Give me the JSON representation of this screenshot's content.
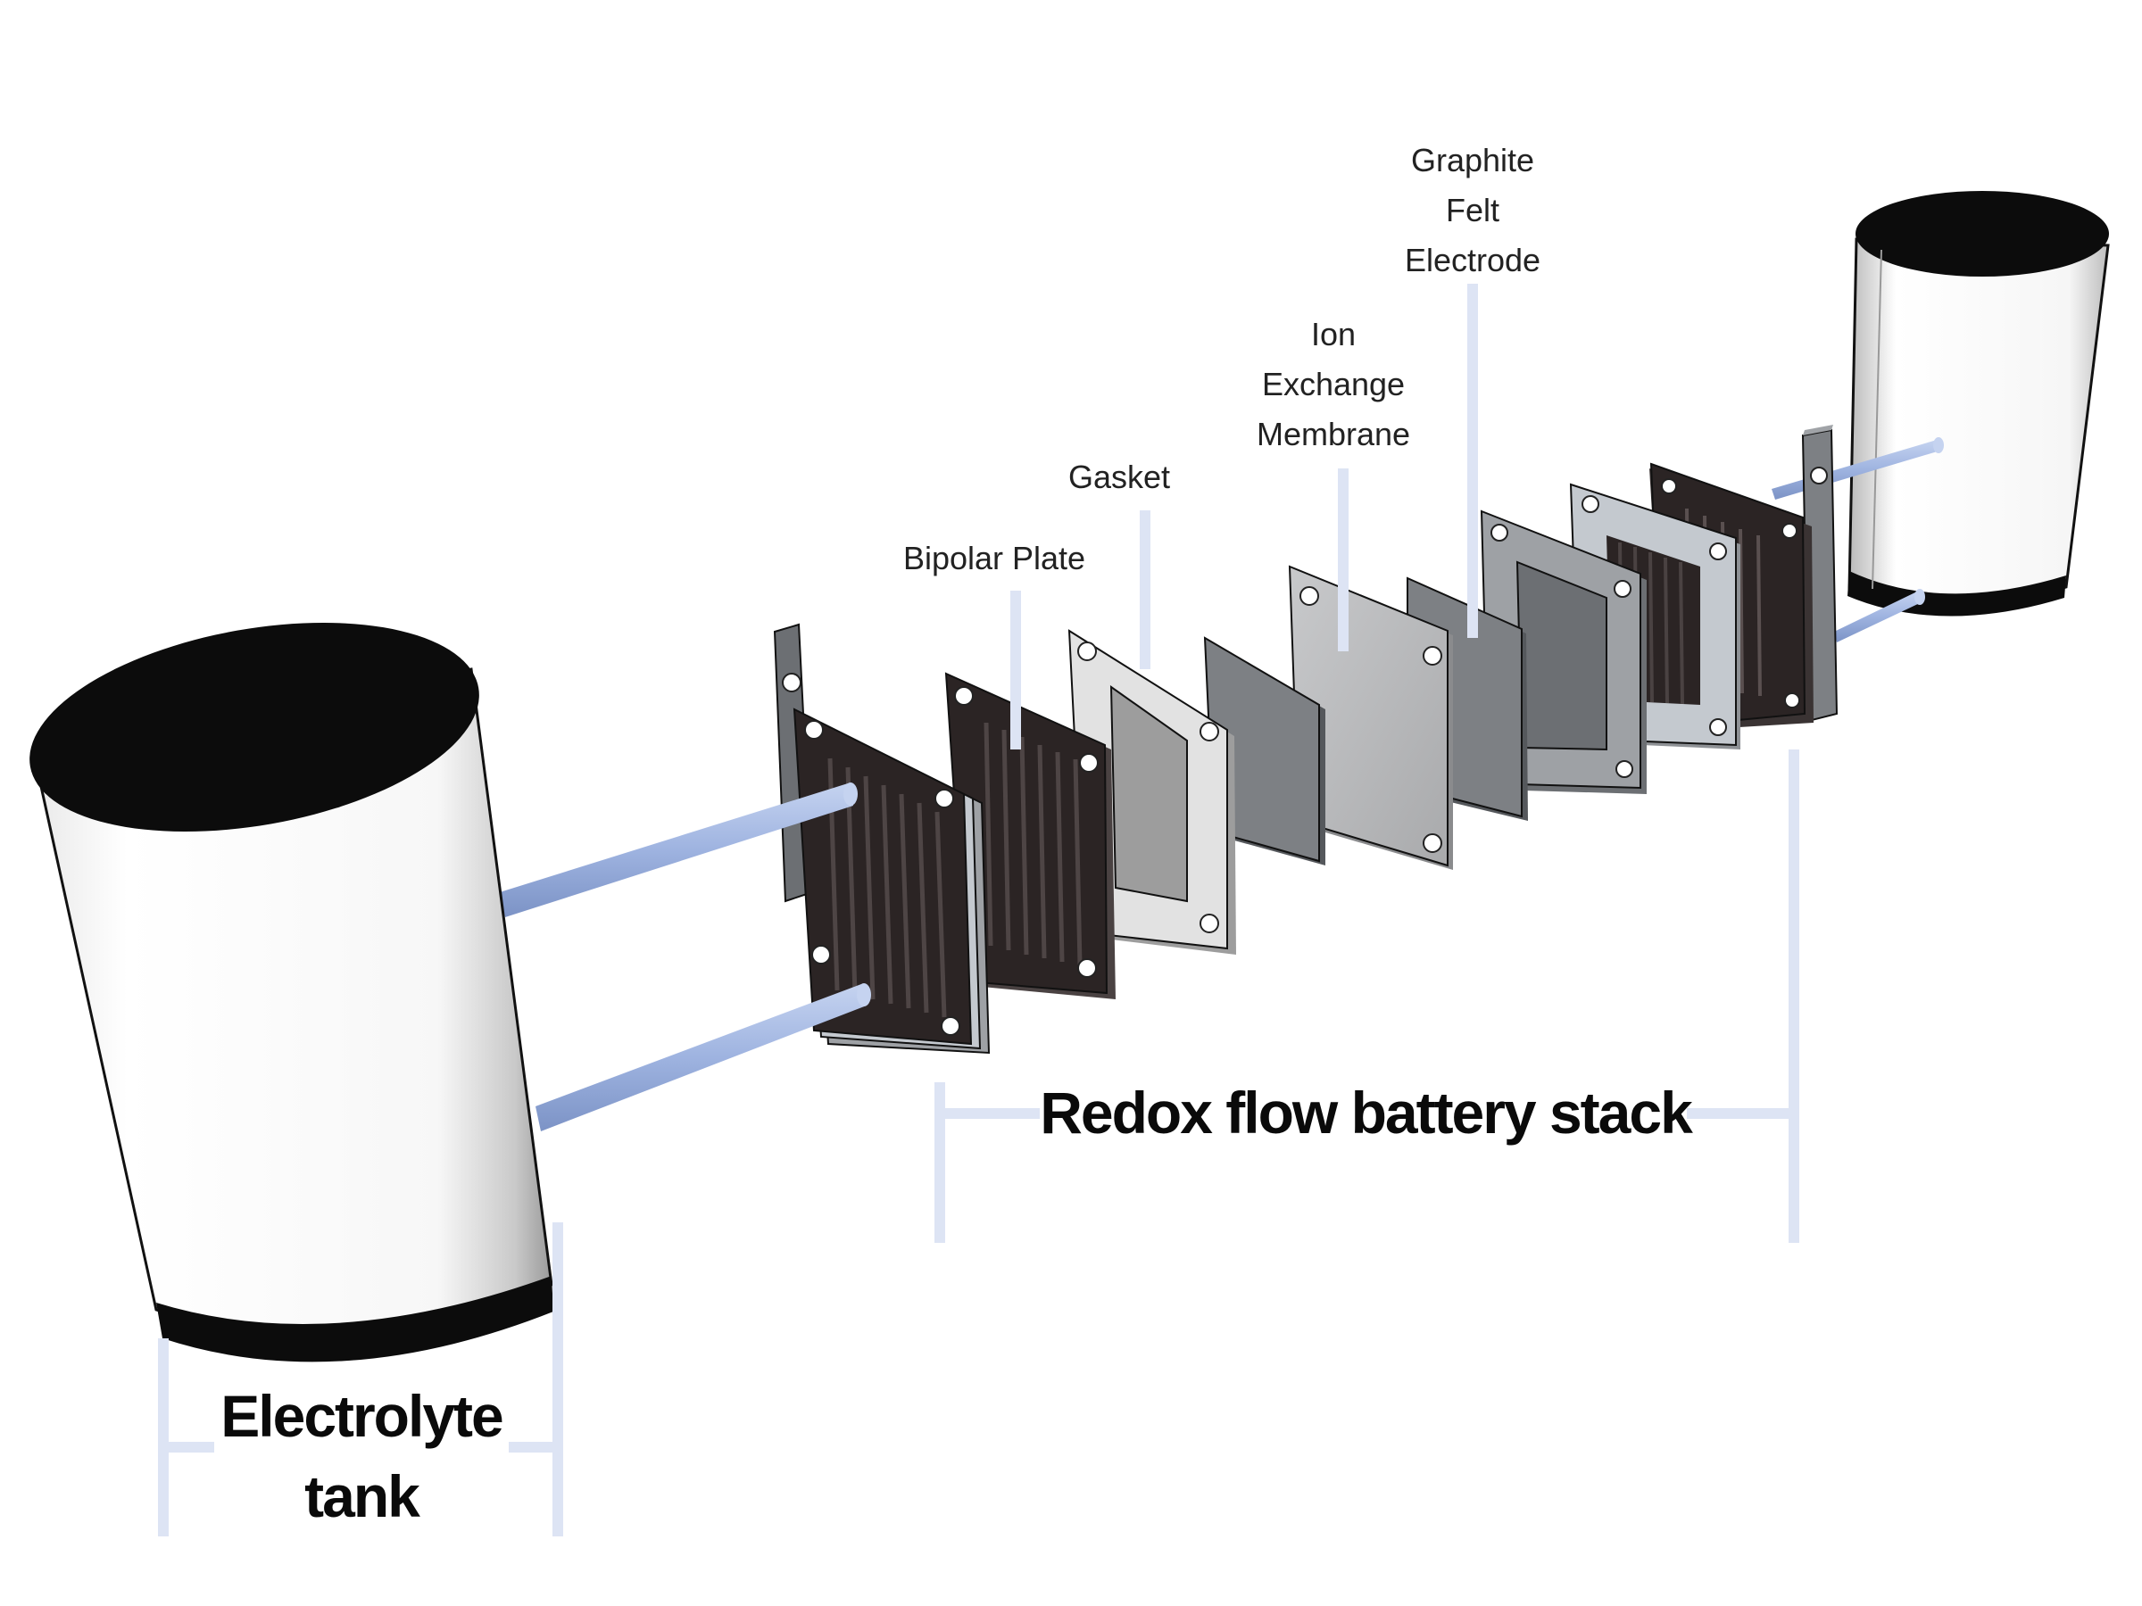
{
  "labels": {
    "graphite_felt": [
      "Graphite",
      "Felt",
      "Electrode"
    ],
    "ion_exchange": [
      "Ion",
      "Exchange",
      "Membrane"
    ],
    "gasket": "Gasket",
    "bipolar_plate": "Bipolar Plate",
    "stack": "Redox flow battery stack",
    "tank": [
      "Electrolyte",
      "tank"
    ]
  },
  "colors": {
    "bracket": "#dde4f4",
    "pipe": "#9eb3e0",
    "plate_dark": "#2b2424",
    "gasket_light": "#e2e2e2",
    "felt_gray": "#7d8084",
    "membrane_gray": "#b9babc"
  }
}
